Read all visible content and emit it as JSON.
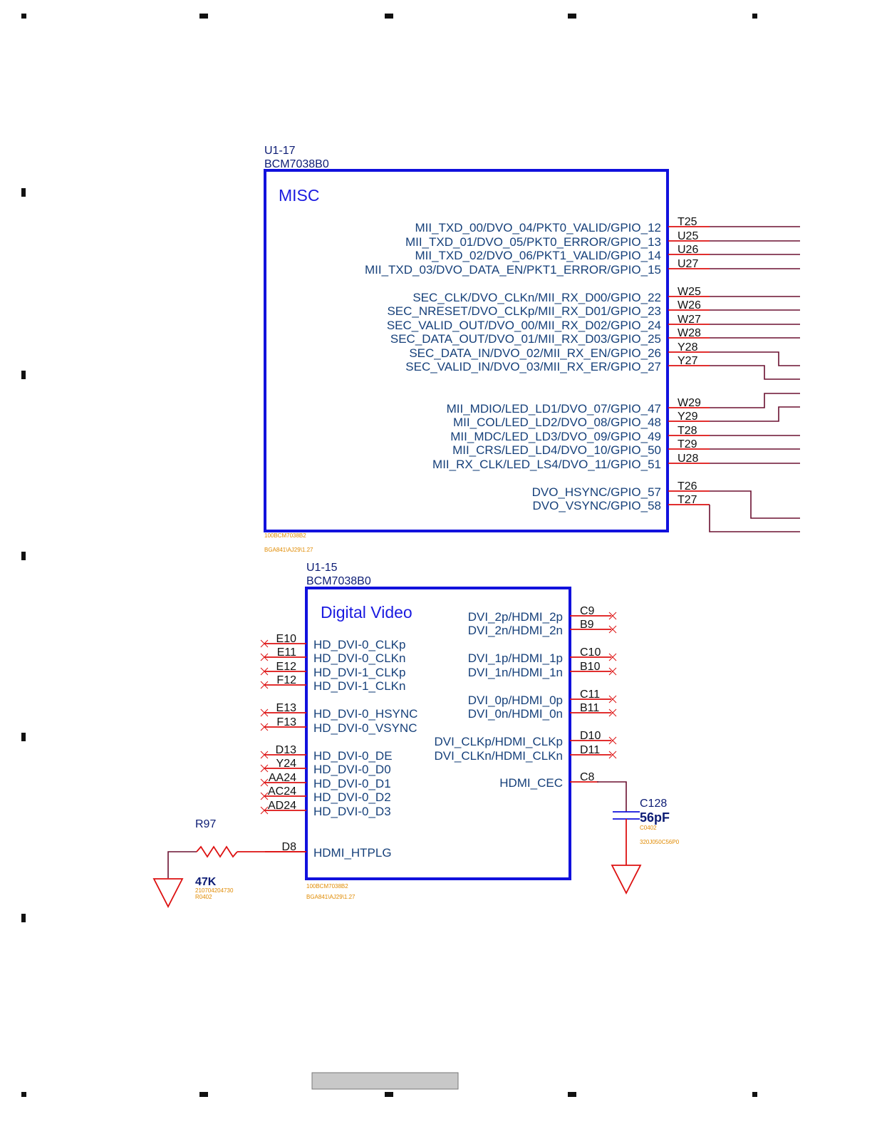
{
  "colors": {
    "component_outline": "#1111dd",
    "pin_text": "#16407a",
    "net_wire": "#6b1030",
    "pin_stub": "#dd1111",
    "footprint_text": "#e08a00"
  },
  "u1_17": {
    "ref": "U1-17",
    "part": "BCM7038B0",
    "title": "MISC",
    "footprint1": "100BCM7038B2",
    "footprint2": "BGA841\\AJ29\\1.27",
    "pins": [
      {
        "name": "MII_TXD_00/DVO_04/PKT0_VALID/GPIO_12",
        "num": "T25"
      },
      {
        "name": "MII_TXD_01/DVO_05/PKT0_ERROR/GPIO_13",
        "num": "U25"
      },
      {
        "name": "MII_TXD_02/DVO_06/PKT1_VALID/GPIO_14",
        "num": "U26"
      },
      {
        "name": "MII_TXD_03/DVO_DATA_EN/PKT1_ERROR/GPIO_15",
        "num": "U27"
      },
      {
        "name": "SEC_CLK/DVO_CLKn/MII_RX_D00/GPIO_22",
        "num": "W25"
      },
      {
        "name": "SEC_NRESET/DVO_CLKp/MII_RX_D01/GPIO_23",
        "num": "W26"
      },
      {
        "name": "SEC_VALID_OUT/DVO_00/MII_RX_D02/GPIO_24",
        "num": "W27"
      },
      {
        "name": "SEC_DATA_OUT/DVO_01/MII_RX_D03/GPIO_25",
        "num": "W28"
      },
      {
        "name": "SEC_DATA_IN/DVO_02/MII_RX_EN/GPIO_26",
        "num": "Y28"
      },
      {
        "name": "SEC_VALID_IN/DVO_03/MII_RX_ER/GPIO_27",
        "num": "Y27"
      },
      {
        "name": "MII_MDIO/LED_LD1/DVO_07/GPIO_47",
        "num": "W29"
      },
      {
        "name": "MII_COL/LED_LD2/DVO_08/GPIO_48",
        "num": "Y29"
      },
      {
        "name": "MII_MDC/LED_LD3/DVO_09/GPIO_49",
        "num": "T28"
      },
      {
        "name": "MII_CRS/LED_LD4/DVO_10/GPIO_50",
        "num": "T29"
      },
      {
        "name": "MII_RX_CLK/LED_LS4/DVO_11/GPIO_51",
        "num": "U28"
      },
      {
        "name": "DVO_HSYNC/GPIO_57",
        "num": "T26"
      },
      {
        "name": "DVO_VSYNC/GPIO_58",
        "num": "T27"
      }
    ]
  },
  "u1_15": {
    "ref": "U1-15",
    "part": "BCM7038B0",
    "title": "Digital Video",
    "footprint1": "100BCM7038B2",
    "footprint2": "BGA841\\AJ29\\1.27",
    "left_pins": [
      {
        "name": "HD_DVI-0_CLKp",
        "num": "E10"
      },
      {
        "name": "HD_DVI-0_CLKn",
        "num": "E11"
      },
      {
        "name": "HD_DVI-1_CLKp",
        "num": "E12"
      },
      {
        "name": "HD_DVI-1_CLKn",
        "num": "F12"
      },
      {
        "name": "HD_DVI-0_HSYNC",
        "num": "E13"
      },
      {
        "name": "HD_DVI-0_VSYNC",
        "num": "F13"
      },
      {
        "name": "HD_DVI-0_DE",
        "num": "D13"
      },
      {
        "name": "HD_DVI-0_D0",
        "num": "Y24"
      },
      {
        "name": "HD_DVI-0_D1",
        "num": "AA24"
      },
      {
        "name": "HD_DVI-0_D2",
        "num": "AC24"
      },
      {
        "name": "HD_DVI-0_D3",
        "num": "AD24"
      },
      {
        "name": "HDMI_HTPLG",
        "num": "D8"
      }
    ],
    "right_pins": [
      {
        "name": "DVI_2p/HDMI_2p",
        "num": "C9"
      },
      {
        "name": "DVI_2n/HDMI_2n",
        "num": "B9"
      },
      {
        "name": "DVI_1p/HDMI_1p",
        "num": "C10"
      },
      {
        "name": "DVI_1n/HDMI_1n",
        "num": "B10"
      },
      {
        "name": "DVI_0p/HDMI_0p",
        "num": "C11"
      },
      {
        "name": "DVI_0n/HDMI_0n",
        "num": "B11"
      },
      {
        "name": "DVI_CLKp/HDMI_CLKp",
        "num": "D10"
      },
      {
        "name": "DVI_CLKn/HDMI_CLKn",
        "num": "D11"
      },
      {
        "name": "HDMI_CEC",
        "num": "C8"
      }
    ]
  },
  "r97": {
    "ref": "R97",
    "value": "47K",
    "part_no": "210704204730",
    "package": "R0402"
  },
  "c128": {
    "ref": "C128",
    "value": "56pF",
    "package": "C0402",
    "part_no": "320J050C56P0"
  }
}
